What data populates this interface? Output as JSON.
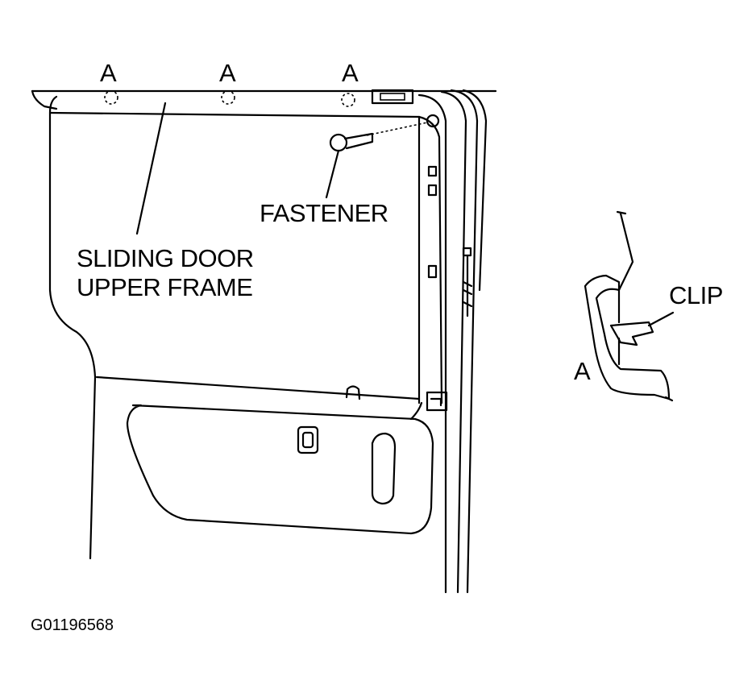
{
  "labels": {
    "a1": "A",
    "a2": "A",
    "a3": "A",
    "fastener": "FASTENER",
    "upper_frame": "SLIDING DOOR\nUPPER FRAME",
    "clip": "CLIP",
    "a_detail": "A",
    "figure_id": "G01196568"
  }
}
